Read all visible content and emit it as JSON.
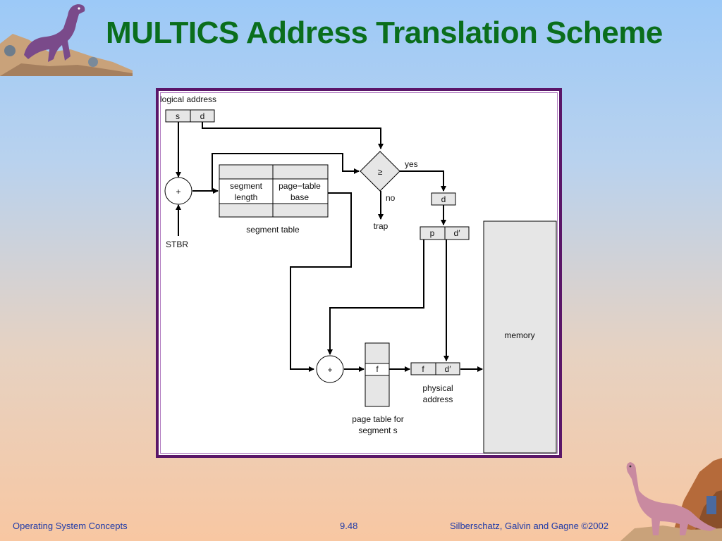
{
  "slide": {
    "title": "MULTICS Address Translation Scheme"
  },
  "diagram": {
    "logical_address_label": "logical address",
    "s": "s",
    "d": "d",
    "plus": "+",
    "stbr": "STBR",
    "segment_length_line1": "segment",
    "segment_length_line2": "length",
    "page_table_base_line1": "page−table",
    "page_table_base_line2": "base",
    "segment_table_label": "segment table",
    "compare_symbol": "≥",
    "yes": "yes",
    "no": "no",
    "trap": "trap",
    "d_split": "d",
    "p": "p",
    "d_prime": "d′",
    "f": "f",
    "page_table_line1": "page table for",
    "page_table_line2": "segment s",
    "physical_line1": "physical",
    "physical_line2": "address",
    "memory": "memory"
  },
  "footer": {
    "left": "Operating System Concepts",
    "center": "9.48",
    "right": "Silberschatz, Galvin and  Gagne ©2002"
  },
  "colors": {
    "title": "#0a6e1c",
    "frame_border": "#5a1668",
    "footer_text": "#1f3aa8",
    "box_fill": "#e6e6e6"
  }
}
